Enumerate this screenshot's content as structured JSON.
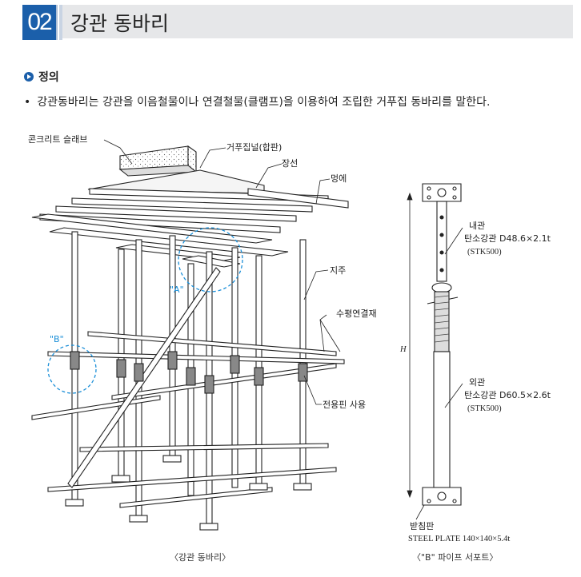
{
  "header": {
    "number": "02",
    "title": "강관 동바리"
  },
  "section": {
    "title": "정의"
  },
  "definition": {
    "bullet": "•",
    "text": "강관동바리는 강관을 이음철물이나 연결철물(클램프)을 이용하여 조립한 거푸집 동바리를 말한다."
  },
  "left_figure": {
    "labels": {
      "slab": "콘크리트 슬래브",
      "formwork": "거푸집널(합판)",
      "joist": "장선",
      "beam": "멍에",
      "post": "지주",
      "horizontal": "수평연결재",
      "pin": "전용핀 사용",
      "mark_a": "\"A\"",
      "mark_b": "\"B\""
    },
    "caption": "〈강관 동바리〉"
  },
  "right_figure": {
    "inner_tube": {
      "name": "내관",
      "spec": "탄소강관 D48.6×2.1t",
      "grade": "(STK500)"
    },
    "outer_tube": {
      "name": "외관",
      "spec": "탄소강관 D60.5×2.6t",
      "grade": "(STK500)"
    },
    "height_label": "H",
    "base_plate": {
      "name": "받침판",
      "spec": "STEEL PLATE 140×140×5.4t"
    },
    "caption": "〈\"B\" 파이프 서포트〉"
  },
  "colors": {
    "accent": "#1b5faa",
    "header_bg": "#e6e7e9",
    "highlight_circle": "#1b8fd8"
  }
}
